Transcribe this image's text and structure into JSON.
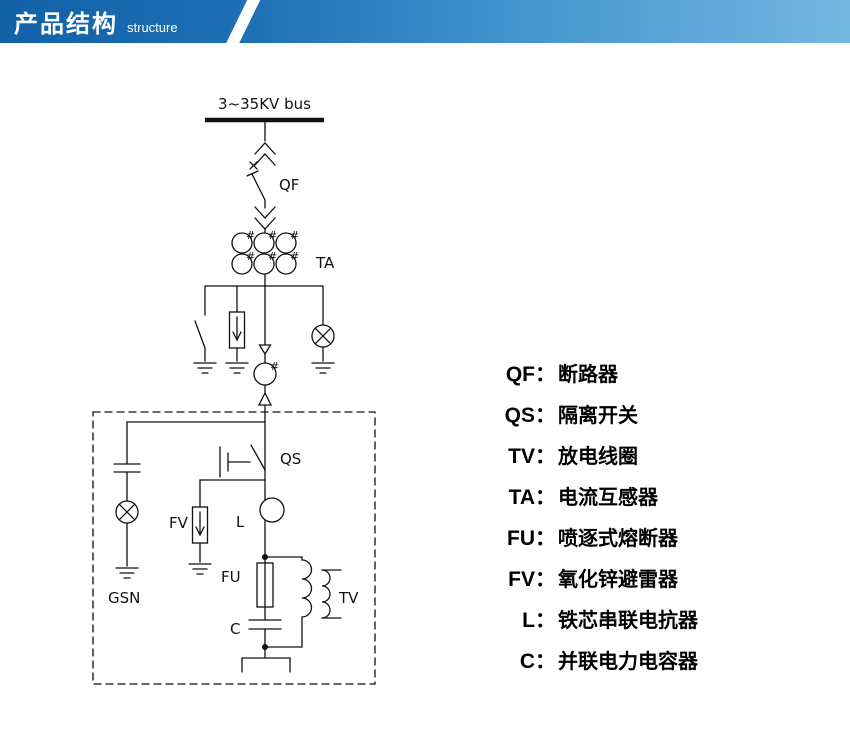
{
  "header": {
    "title": "产品结构",
    "subtitle": "structure",
    "colors": {
      "gradient_start": "#1261a8",
      "gradient_end": "#74b7e1"
    }
  },
  "diagram": {
    "bus_label": "3~35KV bus",
    "labels": {
      "qf": "QF",
      "ta": "TA",
      "qs": "QS",
      "fv": "FV",
      "l": "L",
      "fu": "FU",
      "c": "C",
      "tv": "TV",
      "gsn": "GSN"
    }
  },
  "legend": {
    "items": [
      {
        "abbr": "QF：",
        "desc": "断路器"
      },
      {
        "abbr": "QS：",
        "desc": "隔离开关"
      },
      {
        "abbr": "TV：",
        "desc": "放电线圈"
      },
      {
        "abbr": "TA：",
        "desc": "电流互感器"
      },
      {
        "abbr": "FU：",
        "desc": "喷逐式熔断器"
      },
      {
        "abbr": "FV：",
        "desc": "氧化锌避雷器"
      },
      {
        "abbr": "L：",
        "desc": "铁芯串联电抗器"
      },
      {
        "abbr": "C：",
        "desc": "并联电力电容器"
      }
    ]
  }
}
